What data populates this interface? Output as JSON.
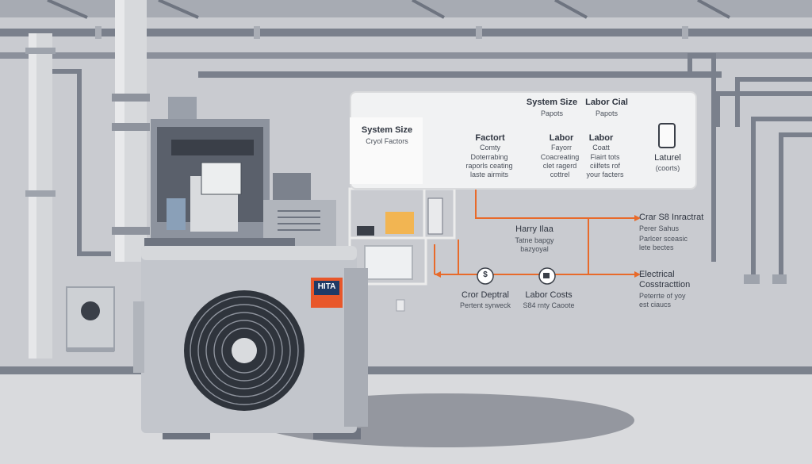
{
  "colors": {
    "wall": "#c9cbd0",
    "floor": "#d9dadd",
    "pipe": "#7a808c",
    "pipe_light": "#c6c8cc",
    "accent": "#e86a2a",
    "panel_bg": "#f1f2f3",
    "unit_body": "#c3c6cc",
    "fan": "#2f343c",
    "brand_bg": "#e8572a"
  },
  "unit": {
    "brand": "HITA"
  },
  "panel": {
    "left": {
      "title": "System Size",
      "subtitle": "Cryol Factors"
    },
    "header_1": {
      "title": "System Size",
      "subtitle": "Papots"
    },
    "header_2": {
      "title": "Labor Cial",
      "subtitle": "Papots"
    },
    "factors": [
      {
        "title": "Factort",
        "subtitle": "Comty"
      },
      {
        "title": "Labor",
        "subtitle": "Fayorr"
      },
      {
        "title": "Labor",
        "subtitle": "Coatt"
      }
    ],
    "descriptions": [
      {
        "line1": "Doterrabing",
        "line2": "raporls ceating",
        "line3": "laste airmits"
      },
      {
        "line1": "Coacreating",
        "line2": "clet ragerd",
        "line3": "cottrel"
      },
      {
        "line1": "Fiairt tots",
        "line2": "ciilfets rof",
        "line3": "your facters"
      }
    ],
    "right": {
      "title": "Laturel",
      "subtitle": "(coorts)"
    }
  },
  "lower": {
    "middle": {
      "title": "Harry Ilaa",
      "line1": "Tatne bapgy",
      "line2": "bazyoyal"
    },
    "right_top": {
      "title": "Crar S8 Inractrat",
      "line1": "Perer Sahus",
      "line2": "Parlcer sceasic",
      "line3": "lete bectes"
    },
    "right_bottom": {
      "title": "Electrical",
      "line1": "Cosstracttion",
      "line2": "Peterrte of yoy",
      "line3": "est ciaucs"
    },
    "cost1": {
      "symbol": "$",
      "title": "Cror Deptral",
      "subtitle": "Pertent syrweck"
    },
    "cost2": {
      "title": "Labor Costs",
      "subtitle": "S84 rnty Caoote"
    }
  }
}
